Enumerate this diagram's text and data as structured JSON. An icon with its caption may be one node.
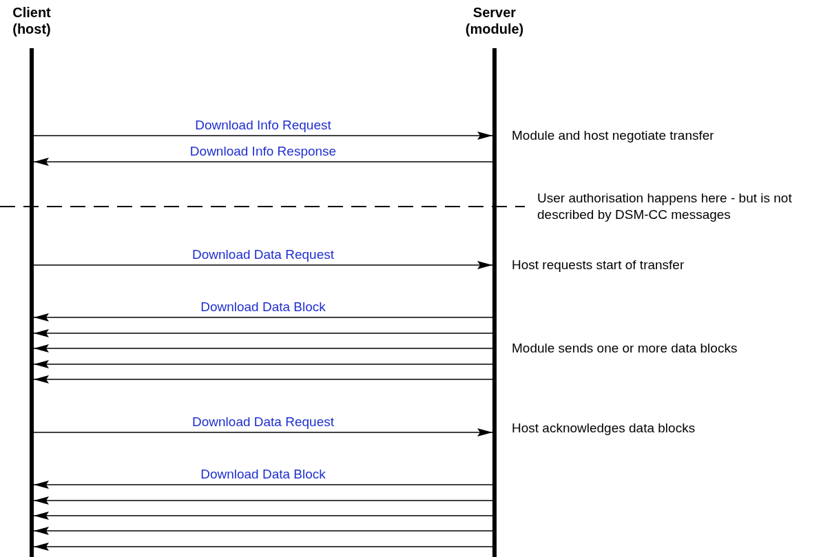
{
  "diagram": {
    "nodes": [
      {
        "text": [
          "Client (host)"
        ]
      },
      {
        "text": [
          "Server (module)"
        ]
      }
    ],
    "edges": [
      {
        "from": 0,
        "to": 1,
        "arrow": "to",
        "label": "Download Info Request"
      },
      {
        "from": 1,
        "to": 0,
        "arrow": "to",
        "label": "Download Info Response"
      },
      {
        "from": 0,
        "to": 1,
        "arrow": "to",
        "label": "Download Data Request"
      },
      {
        "from": 1,
        "to": 0,
        "arrow": "to",
        "label": "Download Data Block"
      },
      {
        "from": 1,
        "to": 0,
        "arrow": "to"
      },
      {
        "from": 1,
        "to": 0,
        "arrow": "to"
      },
      {
        "from": 1,
        "to": 0,
        "arrow": "to"
      },
      {
        "from": 1,
        "to": 0,
        "arrow": "to"
      },
      {
        "from": 0,
        "to": 1,
        "arrow": "to",
        "label": "Download Data Request"
      },
      {
        "from": 1,
        "to": 0,
        "arrow": "to",
        "label": "Download Data Block"
      },
      {
        "from": 1,
        "to": 0,
        "arrow": "to"
      },
      {
        "from": 1,
        "to": 0,
        "arrow": "to"
      },
      {
        "from": 1,
        "to": 0,
        "arrow": "to"
      },
      {
        "from": 1,
        "to": 0,
        "arrow": "to"
      }
    ],
    "labels": [
      "Module and host negotiate transfer",
      "User authorisation happens here - but is not described by DSM-CC messages",
      "Host requests start of transfer",
      "Module sends one or more data blocks",
      "Host acknowledges data blocks"
    ]
  }
}
